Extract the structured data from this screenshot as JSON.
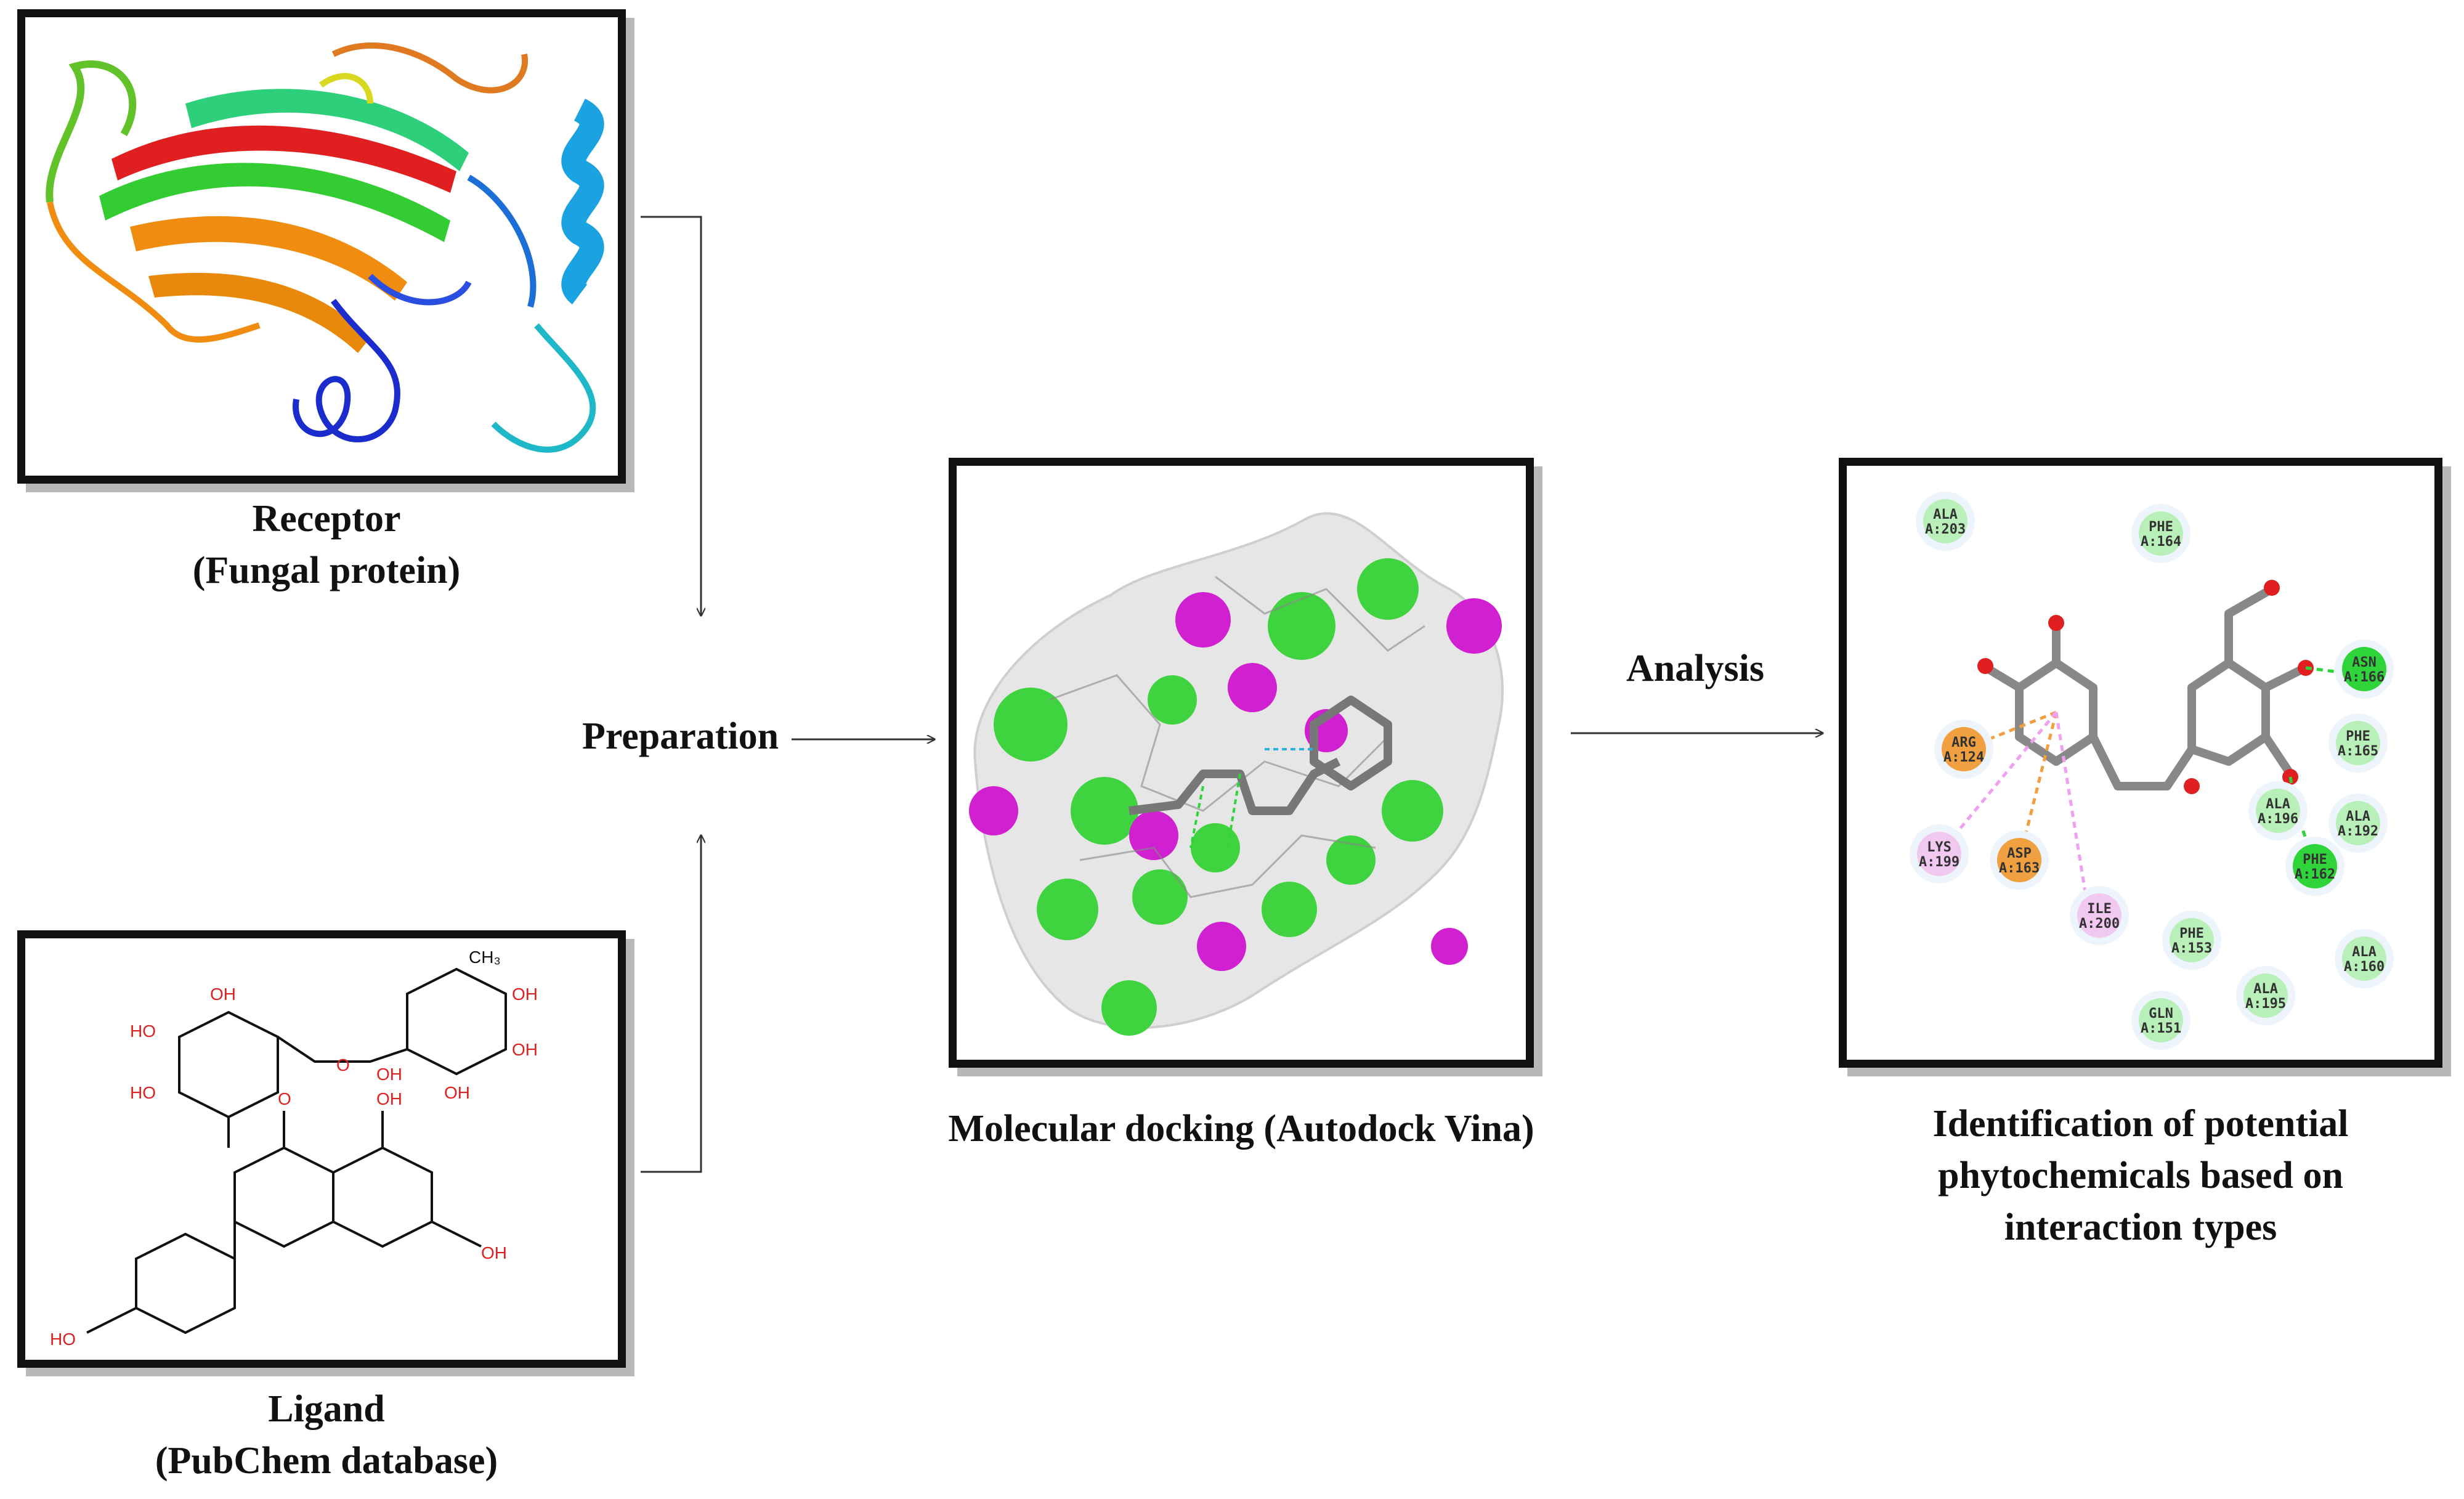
{
  "receptor": {
    "caption_line1": "Receptor",
    "caption_line2": "(Fungal protein)",
    "image_icon": "protein-ribbon-structure"
  },
  "ligand": {
    "caption_line1": "Ligand",
    "caption_line2": "(PubChem database)",
    "image_icon": "chemical-structure-drawing",
    "atom_labels": {
      "ch3": "CH₃",
      "oh": "OH",
      "ho": "HO",
      "o": "O"
    }
  },
  "flow": {
    "preparation_label": "Preparation",
    "analysis_label": "Analysis"
  },
  "docking": {
    "caption": "Molecular docking (Autodock Vina)",
    "image_icon": "docking-surface-view"
  },
  "identification": {
    "caption_line1": "Identification of potential",
    "caption_line2": "phytochemicals based on",
    "caption_line3": "interaction types",
    "image_icon": "2d-interaction-diagram",
    "residues": [
      {
        "name": "ALA",
        "id": "A:203",
        "type": "vdw"
      },
      {
        "name": "PHE",
        "id": "A:164",
        "type": "vdw"
      },
      {
        "name": "ASN",
        "id": "A:166",
        "type": "hbond"
      },
      {
        "name": "PHE",
        "id": "A:165",
        "type": "vdw"
      },
      {
        "name": "ARG",
        "id": "A:124",
        "type": "pi-cation"
      },
      {
        "name": "ALA",
        "id": "A:196",
        "type": "vdw"
      },
      {
        "name": "ALA",
        "id": "A:192",
        "type": "vdw"
      },
      {
        "name": "LYS",
        "id": "A:199",
        "type": "pi-alkyl"
      },
      {
        "name": "ASP",
        "id": "A:163",
        "type": "pi-anion"
      },
      {
        "name": "PHE",
        "id": "A:162",
        "type": "hbond"
      },
      {
        "name": "ILE",
        "id": "A:200",
        "type": "pi-alkyl"
      },
      {
        "name": "PHE",
        "id": "A:153",
        "type": "vdw"
      },
      {
        "name": "ALA",
        "id": "A:160",
        "type": "vdw"
      },
      {
        "name": "ALA",
        "id": "A:195",
        "type": "vdw"
      },
      {
        "name": "GLN",
        "id": "A:151",
        "type": "vdw"
      }
    ]
  },
  "colors": {
    "vdw": "#b9f0b9",
    "hbond": "#2ed43a",
    "pi-cation": "#f0a040",
    "pi-anion": "#f0a040",
    "pi-alkyl": "#f0c8f0",
    "border": "#111111",
    "shadow": "#b8b8b8"
  }
}
